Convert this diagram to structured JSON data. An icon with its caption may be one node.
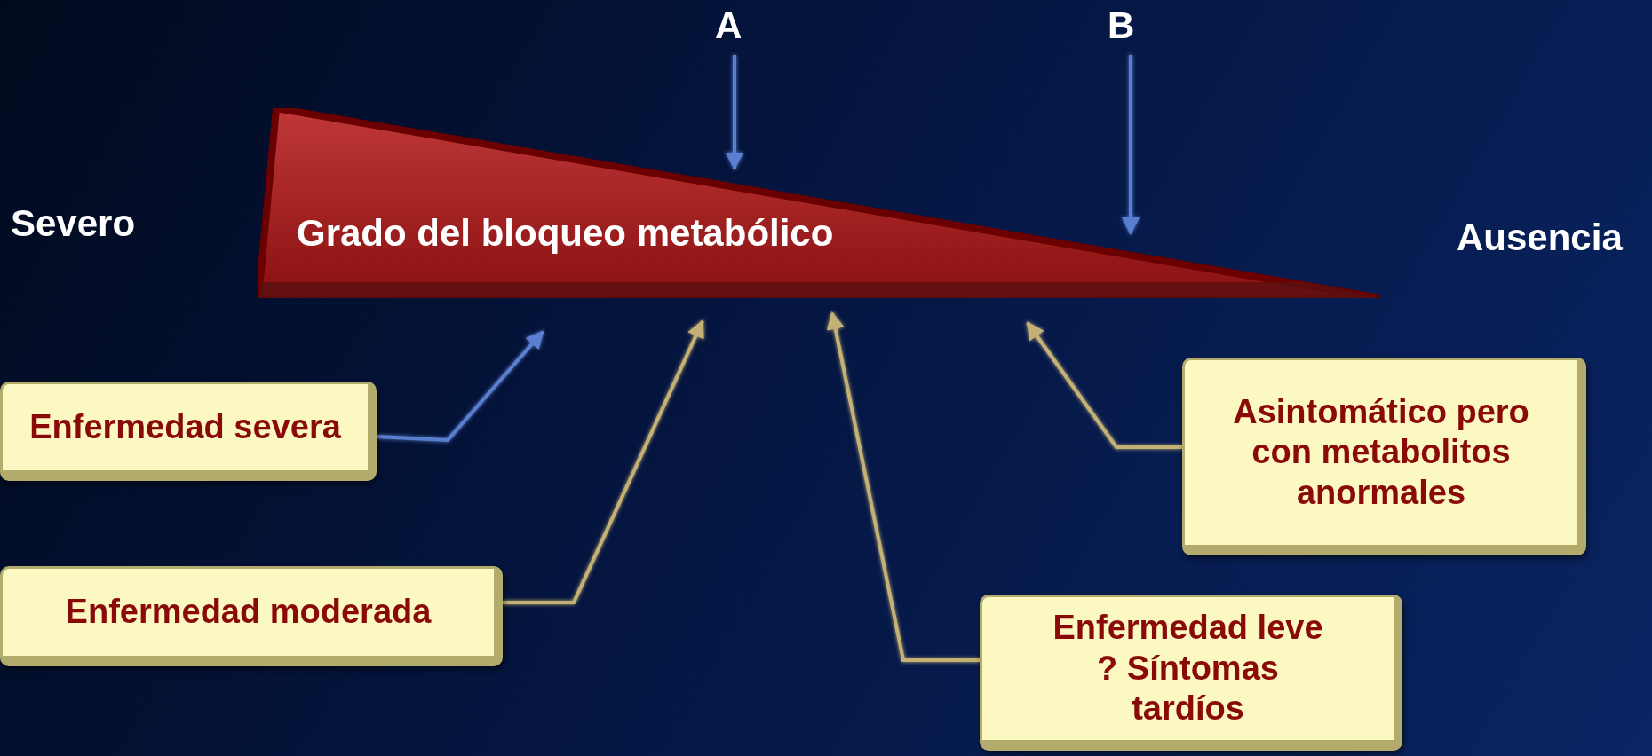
{
  "diagram": {
    "nodes": [
      {
        "text": [
          "Grado del bloqueo metabólico"
        ]
      },
      {
        "text": [
          "A"
        ]
      },
      {
        "text": [
          "B"
        ]
      },
      {
        "text": [
          "Enfermedad severa"
        ]
      },
      {
        "text": [
          "Enfermedad moderada"
        ]
      },
      {
        "text": [
          "Enfermedad leve ? Síntomas tardíos"
        ]
      },
      {
        "text": [
          "Asintomático pero con metabolitos anormales"
        ]
      }
    ],
    "edges": [
      {
        "from": 1,
        "to": 0,
        "arrow": "to",
        "color": "#5a7fd0"
      },
      {
        "from": 2,
        "to": 0,
        "arrow": "to",
        "color": "#5a7fd0"
      },
      {
        "from": 3,
        "to": 0,
        "arrow": "to",
        "color": "#5a7fd0"
      },
      {
        "from": 4,
        "to": 0,
        "arrow": "to",
        "color": "#c4b175"
      },
      {
        "from": 5,
        "to": 0,
        "arrow": "to",
        "color": "#c4b175"
      },
      {
        "from": 6,
        "to": 0,
        "arrow": "to",
        "color": "#c4b175"
      }
    ],
    "labels": [
      "Severo",
      "Ausencia"
    ]
  }
}
